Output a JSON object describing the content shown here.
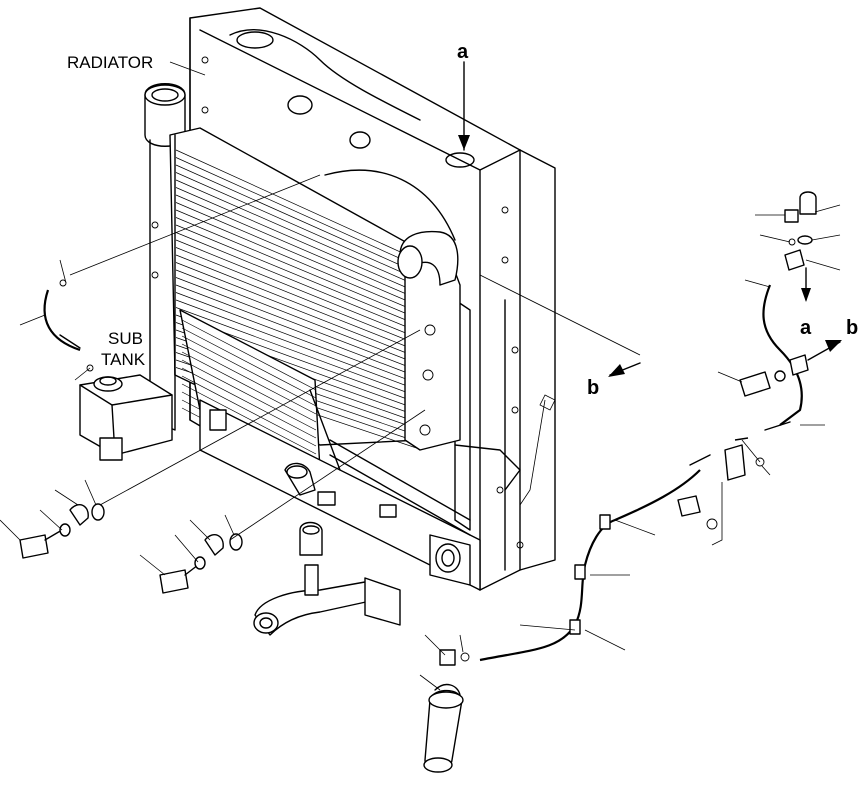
{
  "labels": {
    "radiator": "RADIATOR",
    "sub_tank_line1": "SUB",
    "sub_tank_line2": "TANK",
    "ref_a_top": "a",
    "ref_a_right": "a",
    "ref_b_left": "b",
    "ref_b_right": "b"
  }
}
